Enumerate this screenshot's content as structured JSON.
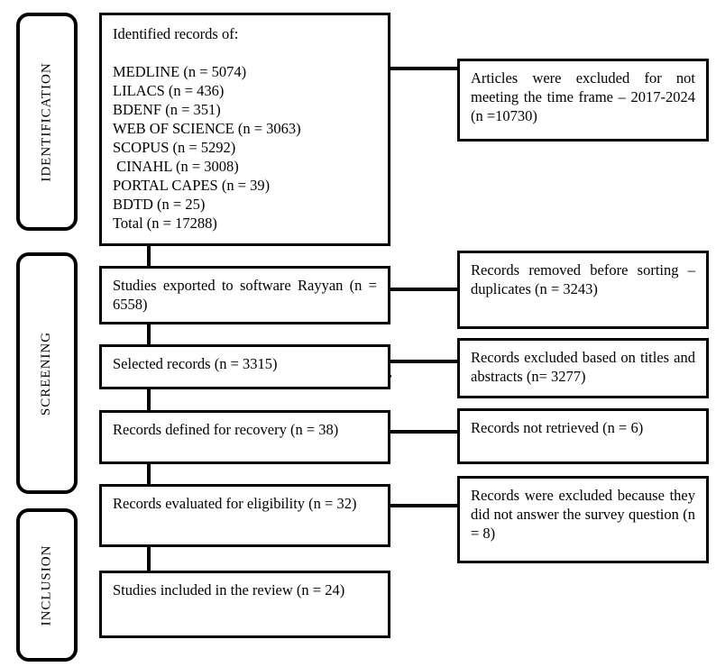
{
  "stages": [
    {
      "label": "IDENTIFICATION"
    },
    {
      "label": "SCREENING"
    },
    {
      "label": "INCLUSION"
    }
  ],
  "flow": [
    {
      "text": "Identified records of:\n\nMEDLINE (n = 5074)\nLILACS (n = 436)\nBDENF (n = 351)\nWEB OF SCIENCE (n = 3063)\nSCOPUS (n = 5292)\n CINAHL (n = 3008)\nPORTAL CAPES (n = 39)\nBDTD (n = 25)\nTotal (n = 17288)"
    },
    {
      "text": "Studies exported to software Rayyan (n = 6558)"
    },
    {
      "text": "Selected records (n = 3315)"
    },
    {
      "text": "Records defined for recovery (n = 38)"
    },
    {
      "text": "Records evaluated for eligibility (n = 32)"
    },
    {
      "text": "Studies included in the review (n = 24)"
    }
  ],
  "exclusions": [
    {
      "text": "Articles were excluded for not meeting the time frame – 2017-2024 (n =10730)"
    },
    {
      "text": "Records removed before sorting – duplicates (n = 3243)"
    },
    {
      "text": "Records excluded based on titles and abstracts (n= 3277)"
    },
    {
      "text": "Records not retrieved (n = 6)"
    },
    {
      "text": "Records were excluded because they did not answer the survey question (n = 8)"
    }
  ],
  "stray_period": "."
}
